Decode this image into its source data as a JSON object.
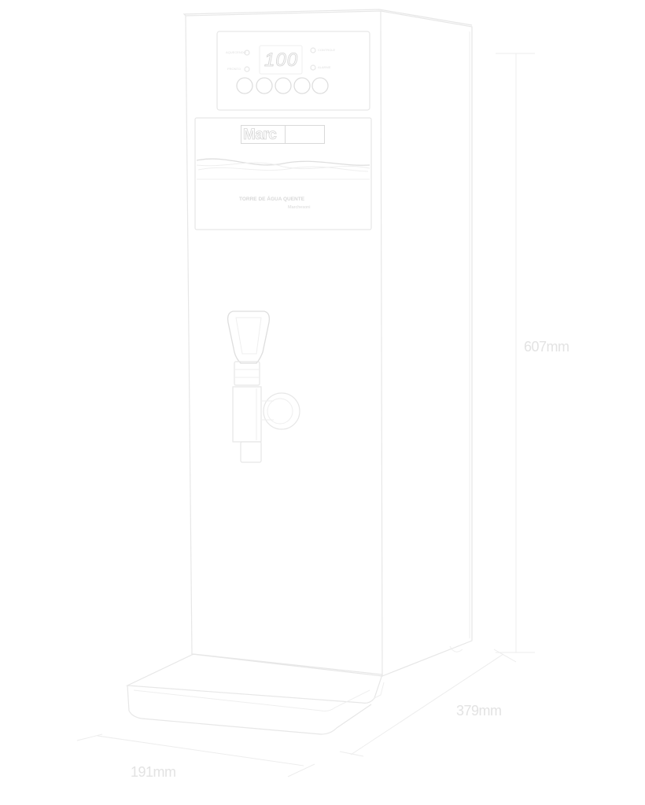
{
  "product": {
    "brand": "Marc",
    "display_value": "100",
    "subtitle": "TORRE DE ÁGUA QUENTE",
    "sublogo": "Marchesoni",
    "indicator_labels": {
      "top_left": "AQUECENDO",
      "bottom_left": "PRONTO",
      "top_right": "CONTROLE",
      "bottom_right": "ALARME"
    }
  },
  "dimensions": {
    "height": "607mm",
    "depth": "379mm",
    "width": "191mm"
  },
  "colors": {
    "line": "#e7e7e7",
    "dim_text": "#e3e3e3",
    "background": "#ffffff"
  }
}
